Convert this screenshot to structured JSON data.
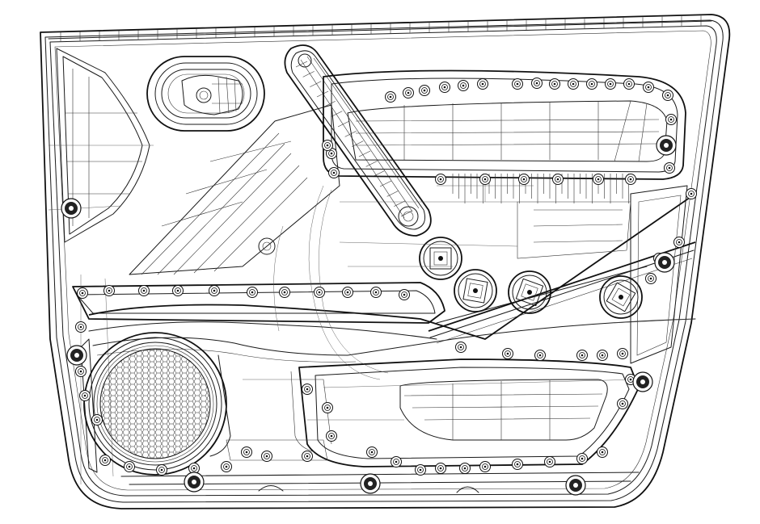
{
  "colors": {
    "background": "#ffffff",
    "line": "#1a1a1a",
    "fastener_fill": "#222222"
  },
  "parts": {
    "speaker_grille": "speaker-grille",
    "door_handle": "door-handle-recess",
    "grab_handle": "grab-handle",
    "armrest": "armrest-pocket",
    "window_switches": "window-switch-pods"
  }
}
